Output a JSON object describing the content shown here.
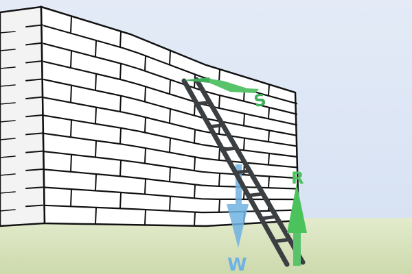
{
  "forces": {
    "s": {
      "label": "S",
      "color": "#3fae5a",
      "direction": "left"
    },
    "r": {
      "label": "R",
      "color": "#4cc25c",
      "direction": "up"
    },
    "w": {
      "label": "W",
      "color": "#6fb3e3",
      "direction": "down"
    }
  },
  "colors": {
    "sky": "#dfe7f5",
    "ground": "#dfe8c4",
    "wall_face": "#ffffff",
    "wall_side": "#f2f2f2",
    "mortar": "#111111",
    "ladder": "#3b3f42"
  },
  "ladder": {
    "rungs": 7
  }
}
